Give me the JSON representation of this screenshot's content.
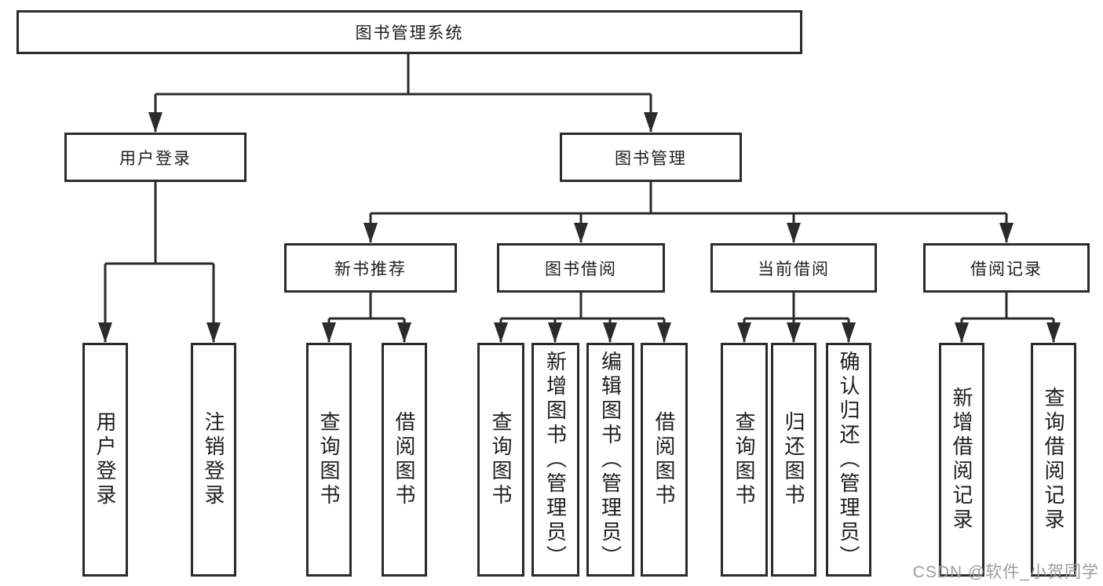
{
  "tree": {
    "root": {
      "label": "图书管理系统"
    },
    "branches": [
      {
        "label": "用户登录",
        "children": [
          {
            "label": "用户登录"
          },
          {
            "label": "注销登录"
          }
        ]
      },
      {
        "label": "图书管理",
        "children": [
          {
            "label": "新书推荐",
            "children": [
              {
                "label": "查询图书"
              },
              {
                "label": "借阅图书"
              }
            ]
          },
          {
            "label": "图书借阅",
            "children": [
              {
                "label": "查询图书"
              },
              {
                "label": "新增图书（管理员）"
              },
              {
                "label": "编辑图书（管理员）"
              },
              {
                "label": "借阅图书"
              }
            ]
          },
          {
            "label": "当前借阅",
            "children": [
              {
                "label": "查询图书"
              },
              {
                "label": "归还图书"
              },
              {
                "label": "确认归还（管理员）"
              }
            ]
          },
          {
            "label": "借阅记录",
            "children": [
              {
                "label": "新增借阅记录"
              },
              {
                "label": "查询借阅记录"
              }
            ]
          }
        ]
      }
    ]
  },
  "watermark": {
    "text": "CSDN @软件_小贺同学",
    "color": "#9c9c9c"
  },
  "colors": {
    "line": "#2b2b2b",
    "node_border": "#2b2b2b",
    "text": "#1e1e1e",
    "background": "#ffffff"
  }
}
